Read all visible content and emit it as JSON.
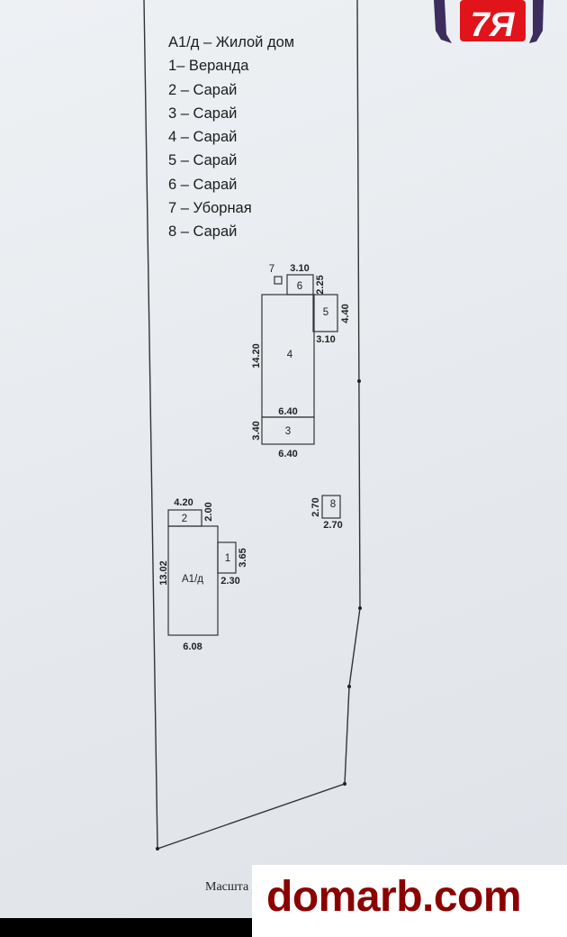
{
  "legend": [
    "А1/д – Жилой дом",
    "1– Веранда",
    "2 – Сарай",
    "3 – Сарай",
    "4 – Сарай",
    "5 – Сарай",
    "6 – Сарай",
    "7 – Уборная",
    "8 – Сарай"
  ],
  "buildings": {
    "b4": {
      "label": "4",
      "height": "14.20",
      "width": "6.40"
    },
    "b3": {
      "label": "3",
      "height": "3.40",
      "width": "6.40"
    },
    "b6": {
      "label": "6",
      "width": "3.10",
      "height": "2.25"
    },
    "b5": {
      "label": "5",
      "height": "4.40",
      "width": "3.10"
    },
    "b7": {
      "label": "7"
    },
    "b2": {
      "label": "2",
      "width": "4.20",
      "height": "2.00"
    },
    "a1": {
      "label": "А1/д",
      "height": "13.02",
      "width": "6.08"
    },
    "b1": {
      "label": "1",
      "height": "3.65",
      "width": "2.30"
    },
    "b8": {
      "label": "8",
      "height": "2.70",
      "width": "2.70"
    }
  },
  "scale_label": "Масшта",
  "watermark": "domarb.com",
  "logo_text": "7Я",
  "colors": {
    "watermark": "#8b0000",
    "logo_red": "#e0141a",
    "logo_purple": "#3c2d5e"
  }
}
